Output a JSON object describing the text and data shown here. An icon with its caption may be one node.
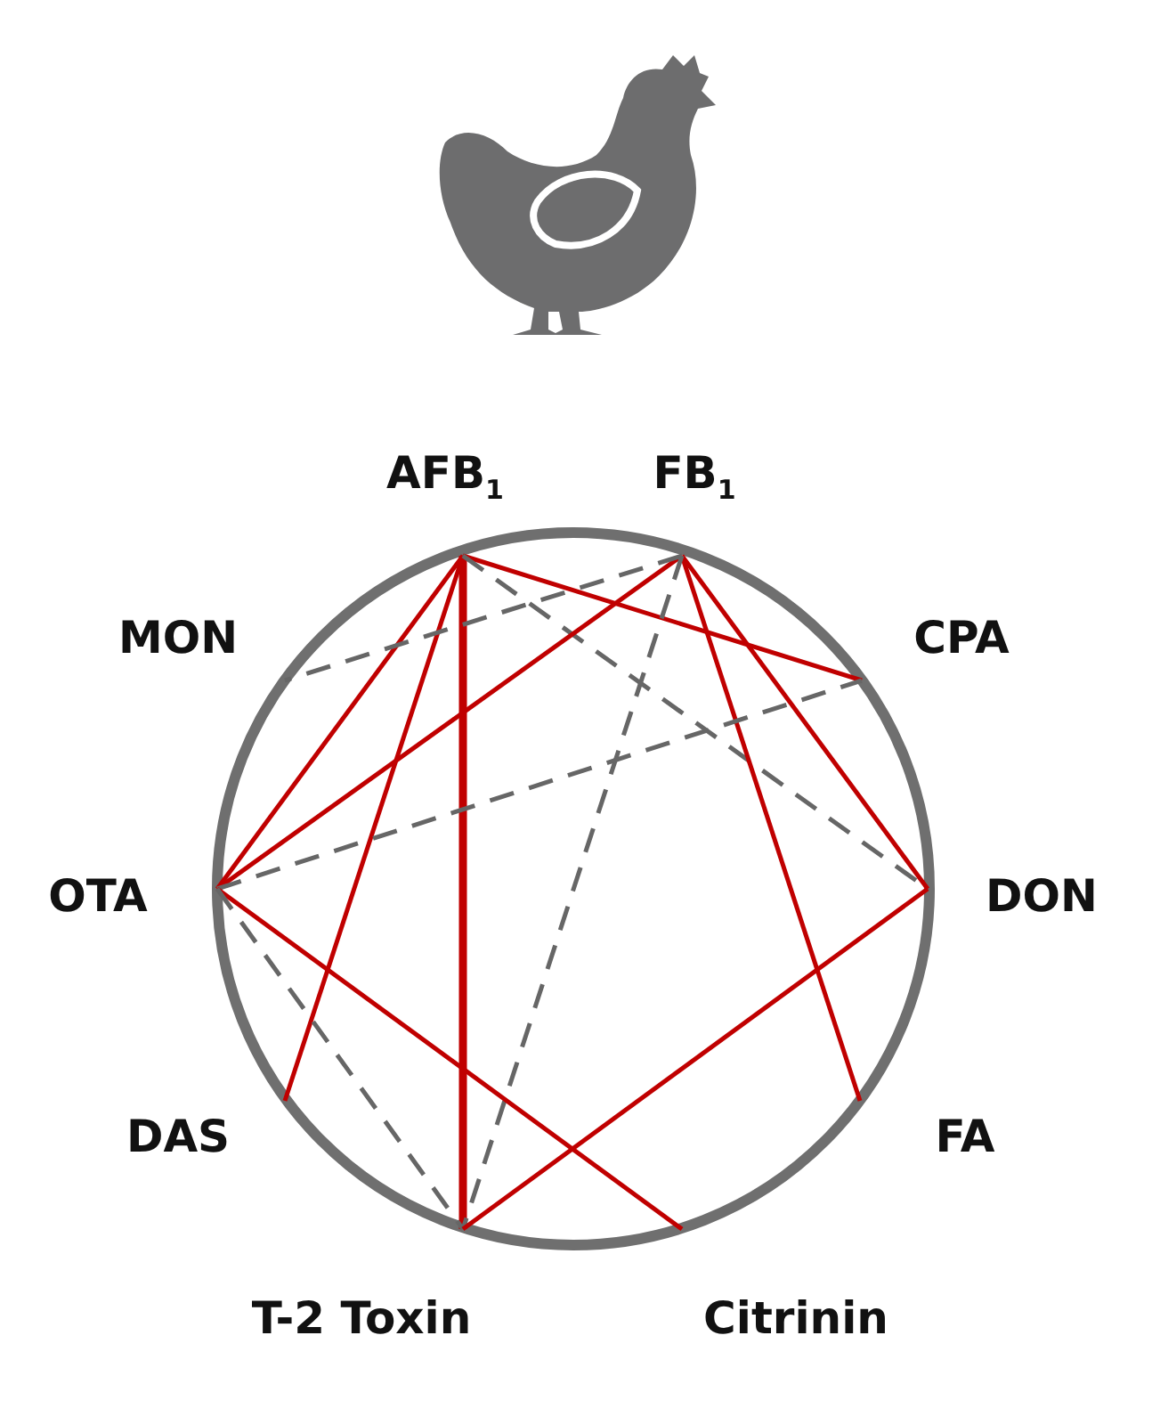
{
  "diagram": {
    "nodes": [
      {
        "text": [
          "AFB$_{1}$"
        ]
      },
      {
        "text": [
          "FB$_{1}$"
        ]
      },
      {
        "text": [
          "MON"
        ]
      },
      {
        "text": [
          "CPA"
        ]
      },
      {
        "text": [
          "OTA"
        ]
      },
      {
        "text": [
          "DON"
        ]
      },
      {
        "text": [
          "DAS"
        ]
      },
      {
        "text": [
          "FA"
        ]
      },
      {
        "text": [
          "T-2 Toxin"
        ]
      },
      {
        "text": [
          "Citrinin"
        ]
      }
    ],
    "edges": [
      {
        "from": 0,
        "to": 4,
        "arrow": "none"
      },
      {
        "from": 0,
        "to": 6,
        "arrow": "none"
      },
      {
        "from": 0,
        "to": 8,
        "arrow": "none",
        "style": "thick"
      },
      {
        "from": 0,
        "to": 3,
        "arrow": "none"
      },
      {
        "from": 0,
        "to": 5,
        "arrow": "none",
        "style": "dashed",
        "color": "#666666"
      },
      {
        "from": 1,
        "to": 4,
        "arrow": "none"
      },
      {
        "from": 1,
        "to": 5,
        "arrow": "none"
      },
      {
        "from": 1,
        "to": 7,
        "arrow": "none"
      },
      {
        "from": 1,
        "to": 2,
        "arrow": "none",
        "style": "dashed",
        "color": "#666666"
      },
      {
        "from": 1,
        "to": 8,
        "arrow": "none",
        "style": "dashed",
        "color": "#666666"
      },
      {
        "from": 4,
        "to": 3,
        "arrow": "none",
        "style": "dashed",
        "color": "#666666"
      },
      {
        "from": 4,
        "to": 9,
        "arrow": "none"
      },
      {
        "from": 4,
        "to": 8,
        "arrow": "none",
        "style": "dashed",
        "color": "#666666"
      },
      {
        "from": 5,
        "to": 8,
        "arrow": "none"
      }
    ]
  }
}
